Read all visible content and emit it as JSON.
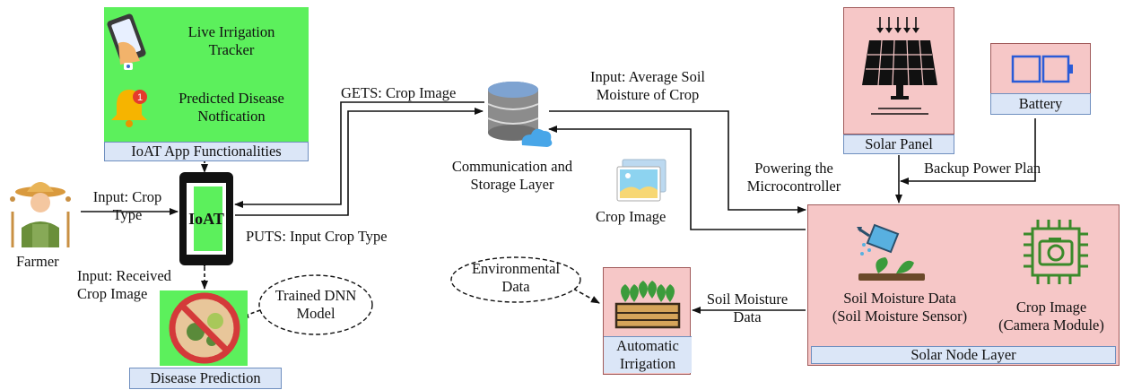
{
  "app_panel": {
    "caption": "IoAT App Functionalities",
    "tracker_line1": "Live Irrigation",
    "tracker_line2": "Tracker",
    "disease_line1": "Predicted Disease",
    "disease_line2": "Notfication"
  },
  "farmer": {
    "label": "Farmer"
  },
  "phone": {
    "label": "IoAT"
  },
  "edges": {
    "input_crop_l1": "Input: Crop",
    "input_crop_l2": "Type",
    "received_l1": "Input: Received",
    "received_l2": "Crop Image",
    "gets": "GETS: Crop Image",
    "puts": "PUTS: Input Crop Type",
    "avg_l1": "Input: Average Soil",
    "avg_l2": "Moisture of Crop",
    "power_l1": "Powering the",
    "power_l2": "Microcontroller",
    "backup": "Backup Power Plan",
    "crop_image": "Crop Image",
    "soil_l1": "Soil Moisture",
    "soil_l2": "Data"
  },
  "storage": {
    "line1": "Communication and",
    "line2": "Storage Layer"
  },
  "disease": {
    "caption": "Disease  Prediction"
  },
  "dnn": {
    "line1": "Trained DNN",
    "line2": "Model"
  },
  "env": {
    "line1": "Environmental",
    "line2": "Data"
  },
  "irrigation": {
    "line1": "Automatic",
    "line2": "Irrigation"
  },
  "solar": {
    "caption": "Solar Panel"
  },
  "battery": {
    "caption": "Battery"
  },
  "node": {
    "caption": "Solar Node Layer",
    "soil_l1": "Soil Moisture Data",
    "soil_l2": "(Soil Moisture Sensor)",
    "crop_l1": "Crop Image",
    "crop_l2": "(Camera  Module)"
  },
  "colors": {
    "green": "#5cf05c",
    "pink": "#f6c7c7",
    "caption_blue": "#dbe6f7",
    "line": "#111111"
  },
  "icons": [
    "phone-tracker-icon",
    "bell-alert-icon",
    "farmer-icon",
    "database-cloud-icon",
    "image-icon",
    "solar-panel-icon",
    "battery-icon",
    "watering-can-icon",
    "camera-chip-icon",
    "planter-icon",
    "no-virus-icon"
  ]
}
